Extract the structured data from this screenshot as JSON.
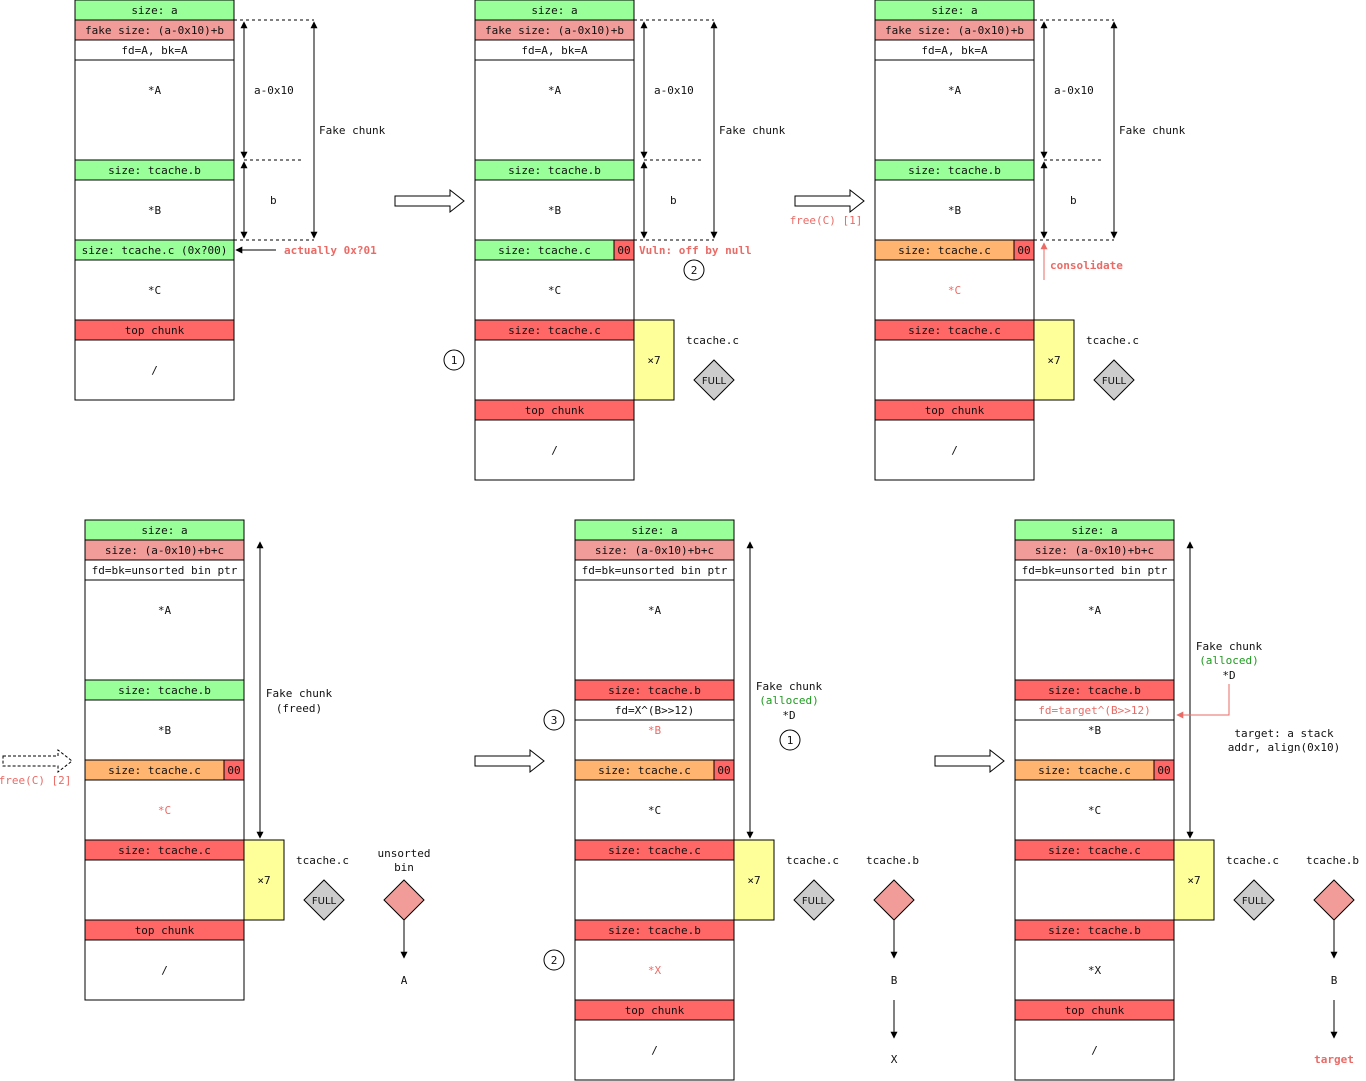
{
  "colors": {
    "green": "#99ff99",
    "pink": "#f19c99",
    "red": "#ff6666",
    "orange": "#ffb570",
    "yellow": "#ffff99",
    "diamond_gray": "#cccccc",
    "diamond_pink": "#f19c99",
    "accent_red_text": "#ea6b66",
    "accent_green_text": "#1f9a1f"
  },
  "panel1": {
    "rows": [
      "size: a",
      "fake size: (a-0x10)+b",
      "fd=A, bk=A",
      "*A",
      "size: tcache.b",
      "*B",
      "size: tcache.c (0x?00)",
      "*C",
      "top chunk",
      "/"
    ],
    "dim_a": "a-0x10",
    "dim_b": "b",
    "fake_chunk": "Fake chunk",
    "note": "actually 0x?01"
  },
  "panel2": {
    "rows": [
      "size: a",
      "fake size: (a-0x10)+b",
      "fd=A, bk=A",
      "*A",
      "size: tcache.b",
      "*B",
      "size: tcache.c",
      "*C",
      "size: tcache.c",
      "top chunk",
      "/"
    ],
    "null_byte": "00",
    "dim_a": "a-0x10",
    "dim_b": "b",
    "fake_chunk": "Fake chunk",
    "vuln": "Vuln: off by null",
    "step1": "1",
    "step2": "2",
    "mult": "×7",
    "bin_label": "tcache.c",
    "full": "FULL"
  },
  "panel3": {
    "rows": [
      "size: a",
      "fake size: (a-0x10)+b",
      "fd=A, bk=A",
      "*A",
      "size: tcache.b",
      "*B",
      "size: tcache.c",
      "*C",
      "size: tcache.c",
      "top chunk",
      "/"
    ],
    "null_byte": "00",
    "dim_a": "a-0x10",
    "dim_b": "b",
    "fake_chunk": "Fake chunk",
    "consolidate": "consolidate",
    "mult": "×7",
    "bin_label": "tcache.c",
    "full": "FULL",
    "arrow_label": "free(C) [1]"
  },
  "panel4": {
    "rows": [
      "size: a",
      "size: (a-0x10)+b+c",
      "fd=bk=unsorted bin ptr",
      "*A",
      "size: tcache.b",
      "*B",
      "size: tcache.c",
      "*C",
      "size: tcache.c",
      "top chunk",
      "/"
    ],
    "null_byte": "00",
    "fake_chunk": "Fake chunk",
    "fake_state": "(freed)",
    "mult": "×7",
    "bin_label": "tcache.c",
    "full": "FULL",
    "unsorted_label_1": "unsorted",
    "unsorted_label_2": "bin",
    "unsorted_target": "A",
    "arrow_label": "free(C) [2]"
  },
  "panel5": {
    "rows": [
      "size: a",
      "size: (a-0x10)+b+c",
      "fd=bk=unsorted bin ptr",
      "*A",
      "size: tcache.b",
      "fd=X^(B>>12)",
      "*B",
      "size: tcache.c",
      "*C",
      "size: tcache.c",
      "size: tcache.b",
      "*X",
      "top chunk",
      "/"
    ],
    "null_byte": "00",
    "fake_chunk": "Fake chunk",
    "fake_state": "(alloced)",
    "fake_ptr": "*D",
    "step1": "1",
    "step2": "2",
    "step3": "3",
    "mult": "×7",
    "bin_label_c": "tcache.c",
    "bin_label_b": "tcache.b",
    "full": "FULL",
    "list": [
      "B",
      "X"
    ]
  },
  "panel6": {
    "rows": [
      "size: a",
      "size: (a-0x10)+b+c",
      "fd=bk=unsorted bin ptr",
      "*A",
      "size: tcache.b",
      "fd=target^(B>>12)",
      "*B",
      "size: tcache.c",
      "*C",
      "size: tcache.c",
      "size: tcache.b",
      "*X",
      "top chunk",
      "/"
    ],
    "null_byte": "00",
    "fake_chunk": "Fake chunk",
    "fake_state": "(alloced)",
    "fake_ptr": "*D",
    "target_note_1": "target: a stack",
    "target_note_2": "addr, align(0x10)",
    "mult": "×7",
    "bin_label_c": "tcache.c",
    "bin_label_b": "tcache.b",
    "full": "FULL",
    "list": [
      "B",
      "target"
    ]
  }
}
